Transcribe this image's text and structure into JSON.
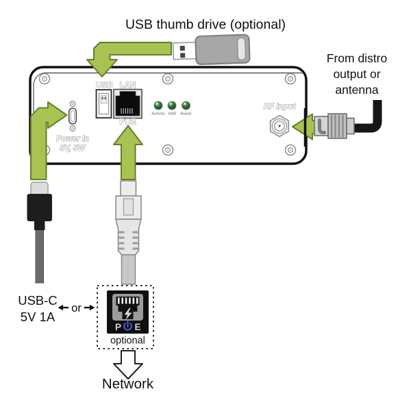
{
  "title": "USB thumb drive (optional)",
  "rf_source": {
    "line1": "From distro",
    "line2": "output or",
    "line3": "antenna"
  },
  "device_panel": {
    "usb_label": "USB",
    "lan_label": "LAN",
    "poe_label": "POE",
    "power_line1": "Power In",
    "power_line2": "5V, 5W",
    "rf_label": "RF Input",
    "leds": [
      {
        "label": "Activity",
        "color": "#2e7d3b"
      },
      {
        "label": "USB",
        "color": "#2e7d3b"
      },
      {
        "label": "Ready",
        "color": "#2e7d3b"
      }
    ]
  },
  "power_option": {
    "line1": "USB-C",
    "line2": "5V 1A",
    "or_label": "or"
  },
  "poe_injector": {
    "p_label": "P",
    "e_label": "E",
    "optional_label": "optional"
  },
  "network_label": "Network",
  "colors": {
    "arrow_green": "#a9c353",
    "arrow_outline": "#647f2b",
    "poe_blue": "#3a57c9",
    "led_green": "#2e7d3b",
    "chassis_black": "#111111"
  }
}
